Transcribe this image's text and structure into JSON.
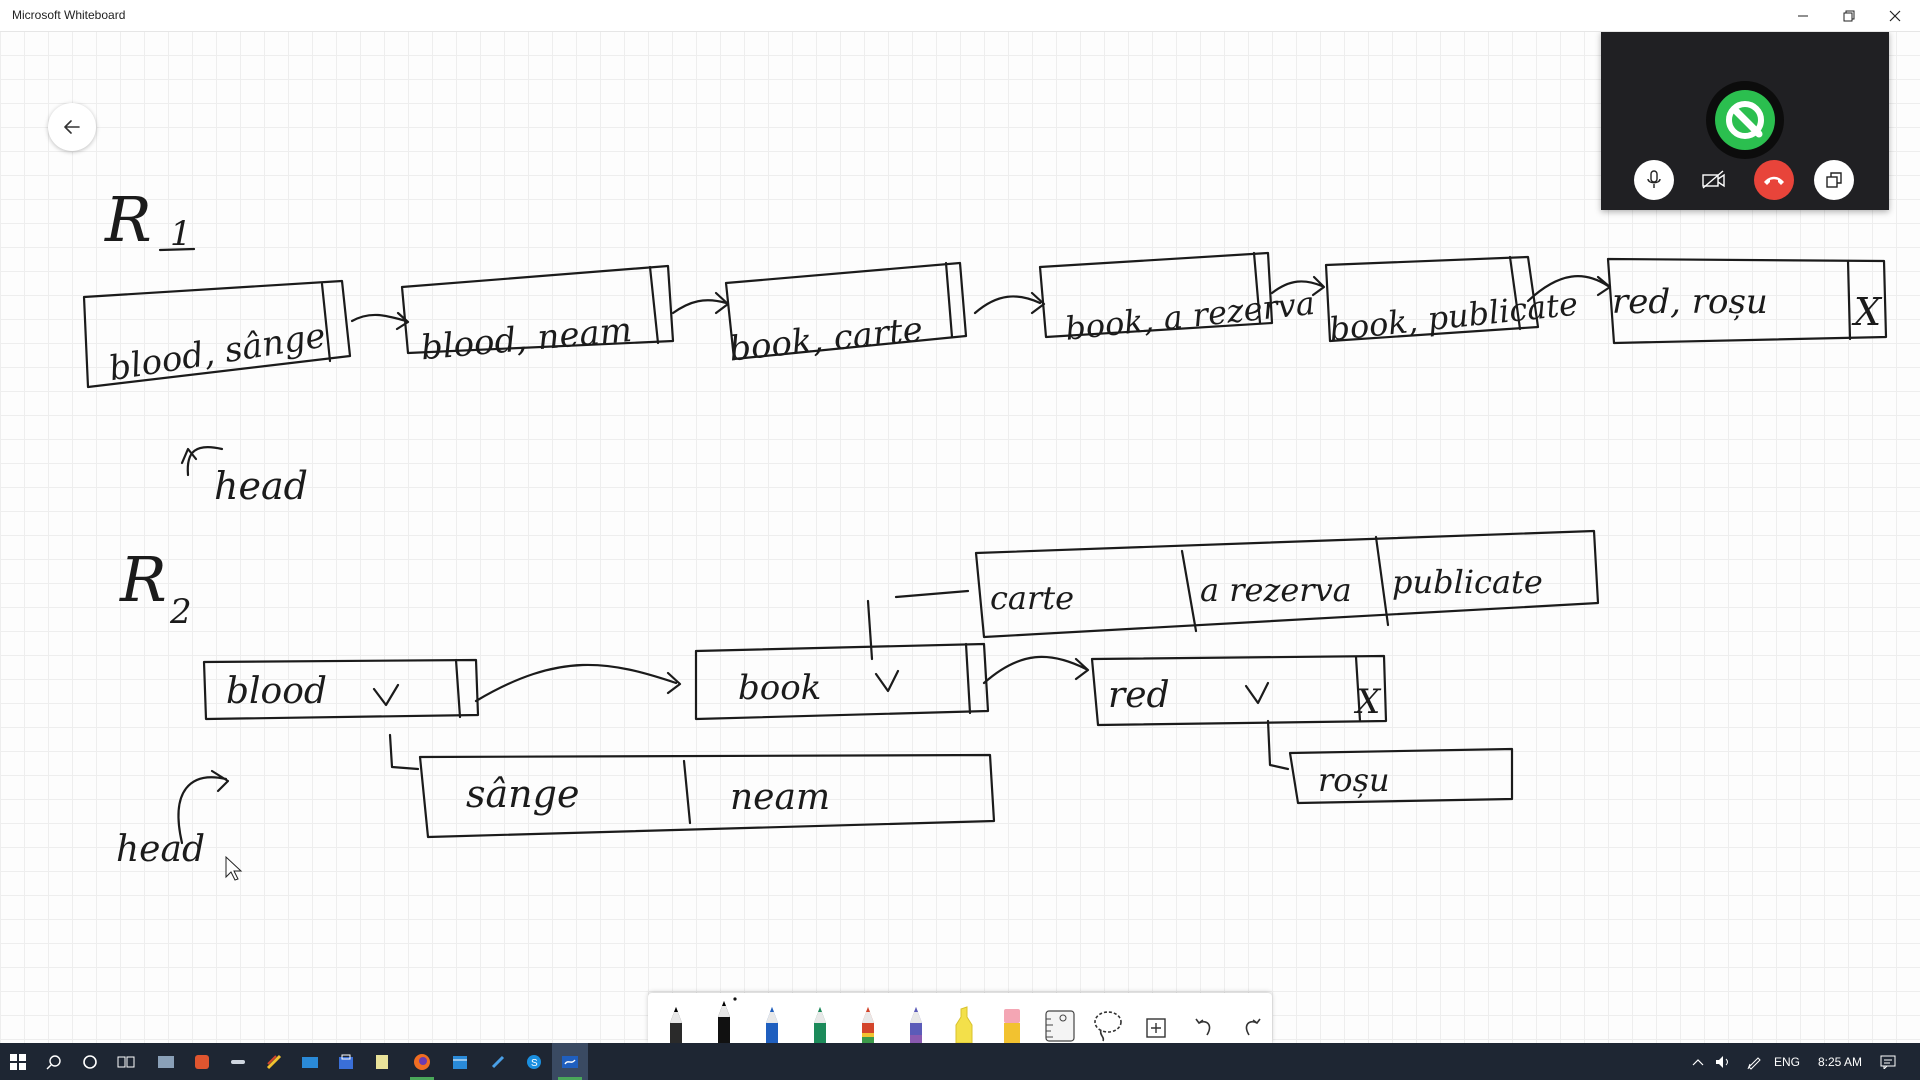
{
  "window": {
    "title": "Microsoft Whiteboard",
    "minimize_icon": "minimize-icon",
    "restore_icon": "restore-icon",
    "close_icon": "close-icon"
  },
  "whiteboard": {
    "back_icon": "arrow-left-icon",
    "ink": {
      "r1_label": "R",
      "r1_sub": "1",
      "r1_nodes": [
        "blood, sânge",
        "blood, neam",
        "book, carte",
        "book, a rezerva",
        "book, publicate",
        "red, roșu"
      ],
      "r1_null": "X",
      "r1_head": "head",
      "r2_label": "R",
      "r2_sub": "2",
      "r2_nodes": [
        "blood",
        "book",
        "red"
      ],
      "r2_null": "X",
      "r2_blood_values": [
        "sânge",
        "neam"
      ],
      "r2_book_values": [
        "carte",
        "a rezerva",
        "publicate"
      ],
      "r2_red_values": [
        "roșu"
      ],
      "r2_head": "head"
    }
  },
  "call_panel": {
    "avatar_icon": "q-logo-icon",
    "avatar_color": "#2bbf4f",
    "mic_icon": "microphone-icon",
    "camera_icon": "camera-off-icon",
    "hangup_icon": "hang-up-icon",
    "hangup_color": "#e8443a",
    "popout_icon": "pop-out-icon"
  },
  "toolbar": {
    "tools": [
      "black-pen",
      "black-pen-selected",
      "blue-pen",
      "green-pen",
      "rainbow-pen",
      "galaxy-pen",
      "highlighter",
      "eraser",
      "ruler",
      "lasso",
      "add-icon",
      "undo-icon",
      "redo-icon"
    ]
  },
  "taskbar": {
    "language": "ENG",
    "time": "8:25 AM"
  }
}
